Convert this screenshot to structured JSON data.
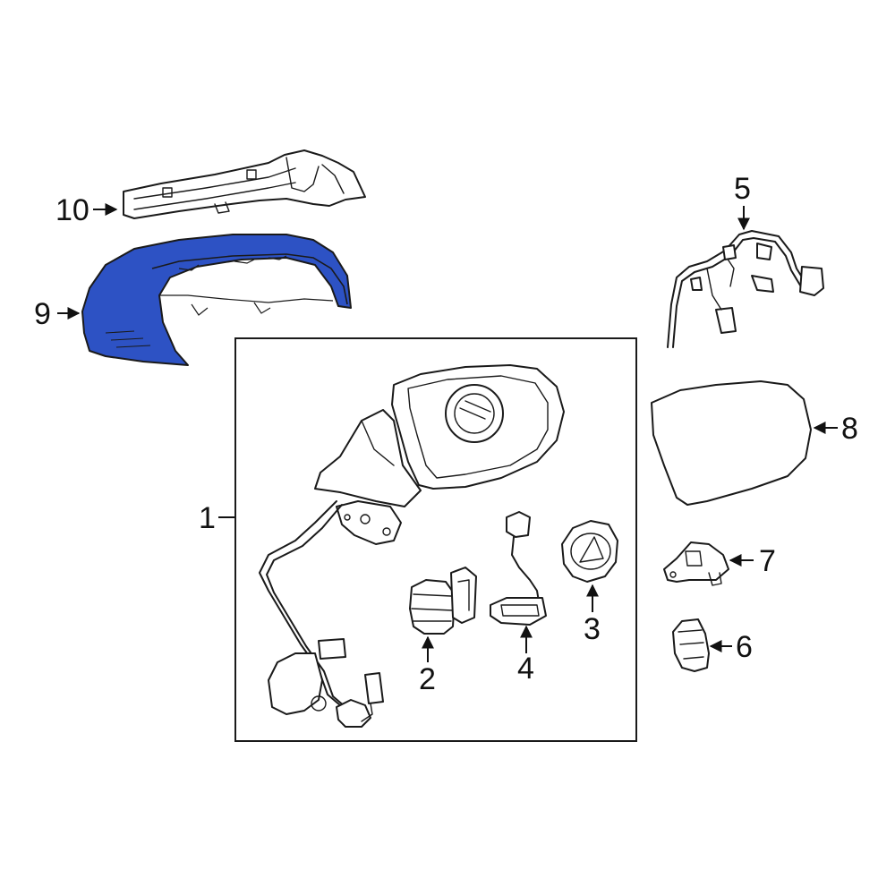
{
  "colors": {
    "highlight": "#2d52c4",
    "line": "#1a1a1a",
    "background": "#ffffff"
  },
  "callouts": {
    "c1": "1",
    "c2": "2",
    "c3": "3",
    "c4": "4",
    "c5": "5",
    "c6": "6",
    "c7": "7",
    "c8": "8",
    "c9": "9",
    "c10": "10"
  }
}
